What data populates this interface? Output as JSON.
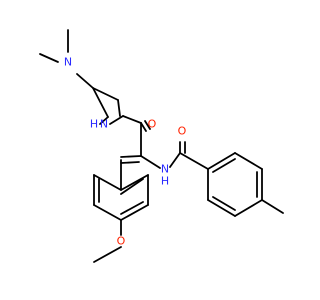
{
  "molecule": {
    "atoms": {
      "n_dimethylamino": "N",
      "n_amide_upper": "N",
      "h_amide_upper": "H",
      "o_amide_upper": "O",
      "n_amide_lower": "N",
      "h_amide_lower": "H",
      "o_benzamide": "O",
      "o_methoxy": "O"
    },
    "colors": {
      "bond": "#000000",
      "nitrogen": "#2a2aff",
      "oxygen": "#ff2200",
      "background": "#ffffff"
    }
  }
}
